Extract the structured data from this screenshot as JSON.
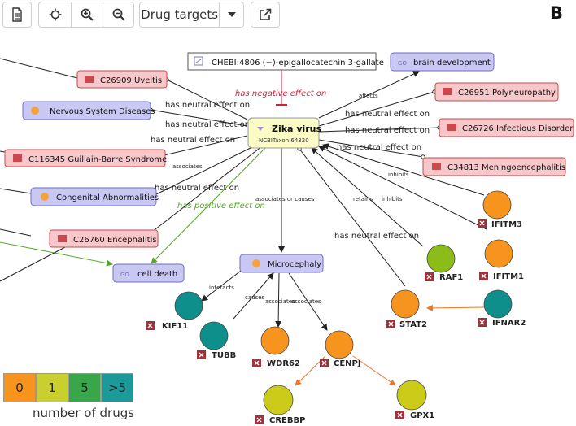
{
  "toolbar": {
    "dropdown_label": "Drug targets"
  },
  "panel_label": "B",
  "nodes": {
    "zika": {
      "label": "Zika virus",
      "sub": "NCBITaxon:64320"
    },
    "chebi": "CHEBI:4806 (−)-epigallocatechin 3-gallate",
    "brain_dev": "brain development",
    "uveitis": "C26909 Uveitis",
    "nervous": "Nervous System Diseases",
    "guillain": "C116345 Guillain-Barre Syndrome",
    "congenital": "Congenital Abnormalities",
    "encephalitis": "C26760 Encephalitis",
    "cell_death": "cell death",
    "microcephaly": "Microcephaly",
    "polyneuropathy": "C26951 Polyneuropathy",
    "infectious": "C26726 Infectious Disorder",
    "meningo": "C34813 Meningoencephalitis"
  },
  "genes": {
    "ifitm3": "IFITM3",
    "ifitm1": "IFITM1",
    "raf1": "RAF1",
    "stat2": "STAT2",
    "ifnar2": "IFNAR2",
    "kif11": "KIF11",
    "tubb": "TUBB",
    "wdr62": "WDR62",
    "cenpj": "CENPJ",
    "crebbp": "CREBBP",
    "gpx1": "GPX1"
  },
  "edges": {
    "has_negative_effect_on": "has negative effect on",
    "has_neutral_effect_on": "has neutral effect on",
    "has_positive_effect_on": "has positive effect on",
    "affects": "affects",
    "associates": "associates",
    "associates_or_causes": "associates or causes",
    "inhibits": "inhibits",
    "retains": "retains",
    "interacts": "interacts",
    "causes": "causes"
  },
  "legend": {
    "cells": [
      {
        "label": "0",
        "color": "#f7941d"
      },
      {
        "label": "1",
        "color": "#c8cf2e"
      },
      {
        "label": "5",
        "color": "#3aa64b"
      },
      {
        "label": ">5",
        "color": "#1c9a9a"
      }
    ],
    "caption": "number of drugs"
  },
  "colors": {
    "disease_fill": "#f7c7c9",
    "disease_border": "#c9494e",
    "mesh_fill": "#c9c8f3",
    "mesh_border": "#6c6cc4",
    "virus_fill": "#fbfbc5",
    "gene_orange": "#f7941d",
    "gene_yellow": "#cccb1a",
    "gene_green": "#8cbc1a",
    "gene_teal": "#0f8f8c",
    "negative_edge": "#d0223c",
    "positive_edge": "#53a827",
    "orange_edge": "#ee7324"
  }
}
